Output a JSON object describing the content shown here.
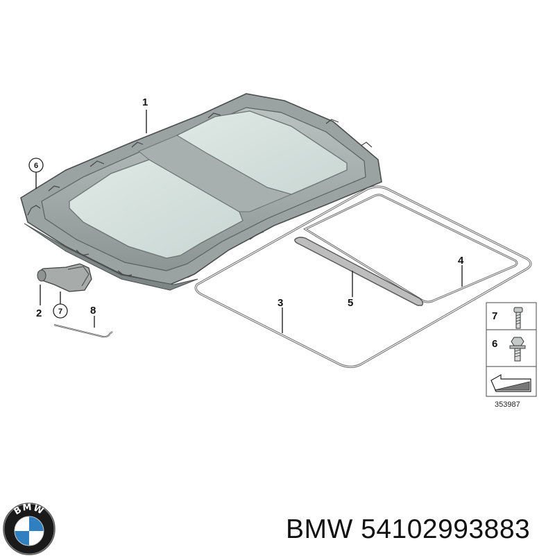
{
  "diagram": {
    "callouts": {
      "p1": "1",
      "p2": "2",
      "p3": "3",
      "p4": "4",
      "p5": "5",
      "p6": "6",
      "p7": "7",
      "p8": "8"
    },
    "legend": {
      "row1_num": "7",
      "row2_num": "6"
    },
    "drawing_number": "353987"
  },
  "caption": {
    "brand": "BMW",
    "part_number": "54102993883"
  },
  "logo": {
    "text": "BMW",
    "colors": {
      "ring": "#1a1a1a",
      "blue": "#2f7fc1",
      "white": "#ffffff"
    }
  }
}
